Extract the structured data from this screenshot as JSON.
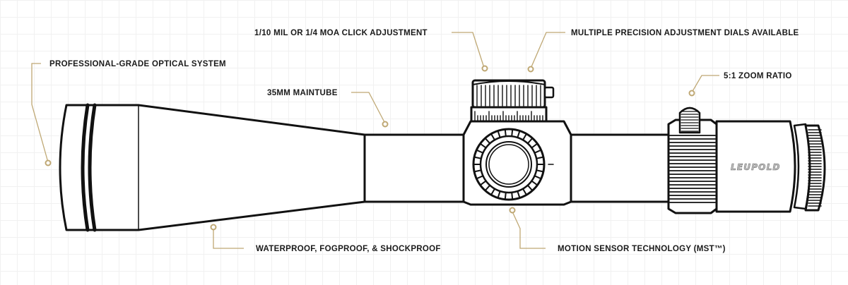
{
  "callouts": {
    "optical_system": "PROFESSIONAL-GRADE OPTICAL SYSTEM",
    "maintube": "35MM MAINTUBE",
    "click_adjustment": "1/10 MIL OR 1/4 MOA CLICK ADJUSTMENT",
    "adjustment_dials": "MULTIPLE PRECISION ADJUSTMENT DIALS AVAILABLE",
    "zoom_ratio": "5:1 ZOOM RATIO",
    "waterproof": "WATERPROOF, FOGPROOF, & SHOCKPROOF",
    "motion_sensor": "MOTION SENSOR TECHNOLOGY (MST™)"
  },
  "logo": "LEUPOLD",
  "colors": {
    "leader": "#bfa874",
    "outline": "#111111",
    "logo": "#c4c4c4"
  }
}
